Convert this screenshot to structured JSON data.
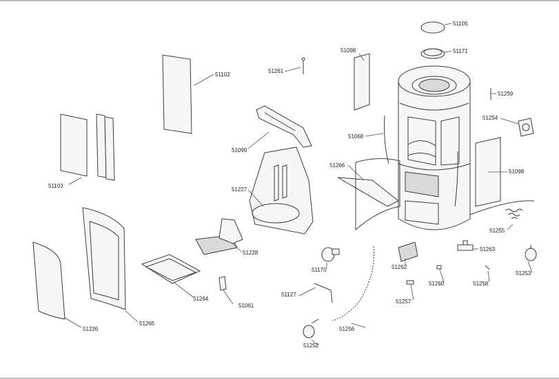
{
  "parts": {
    "p51105": "51105",
    "p51171": "51171",
    "p51098a": "51098",
    "p51261": "51261",
    "p51102": "51102",
    "p51259": "51259",
    "p51254": "51254",
    "p51068": "51068",
    "p51099": "51099",
    "p51098b": "51098",
    "p51266": "51266",
    "p51103": "51103",
    "p51227": "51227",
    "p51255": "51255",
    "p51263": "51263",
    "p51228": "51228",
    "p51170": "51170",
    "p51262": "51262",
    "p51253": "51253",
    "p51260": "51260",
    "p51258": "51258",
    "p51127": "51127",
    "p51257": "51257",
    "p51264": "51264",
    "p51061": "51061",
    "p51265": "51265",
    "p51256": "51256",
    "p51226": "51226",
    "p51252": "51252"
  }
}
